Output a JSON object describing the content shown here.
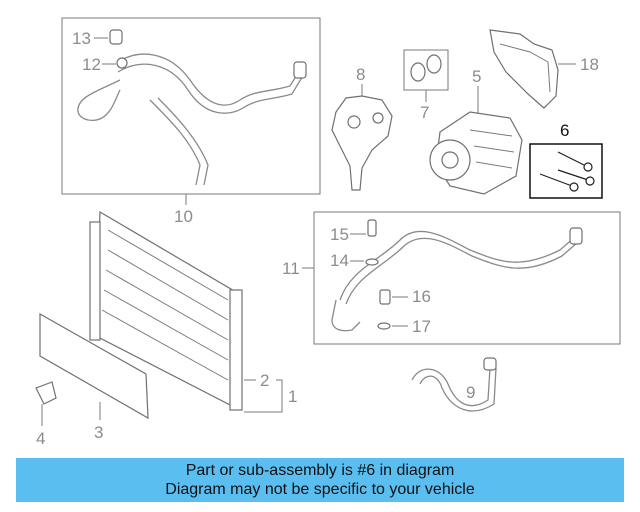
{
  "callouts": {
    "c1": "1",
    "c2": "2",
    "c3": "3",
    "c4": "4",
    "c5": "5",
    "c6": "6",
    "c7": "7",
    "c8": "8",
    "c9": "9",
    "c10": "10",
    "c11": "11",
    "c12": "12",
    "c13": "13",
    "c14": "14",
    "c15": "15",
    "c16": "16",
    "c17": "17",
    "c18": "18"
  },
  "highlighted_part": "6",
  "banner": {
    "line1": "Part or sub-assembly is #6 in diagram",
    "line2": "Diagram may not be specific to your vehicle",
    "color": "#5bbef0"
  }
}
